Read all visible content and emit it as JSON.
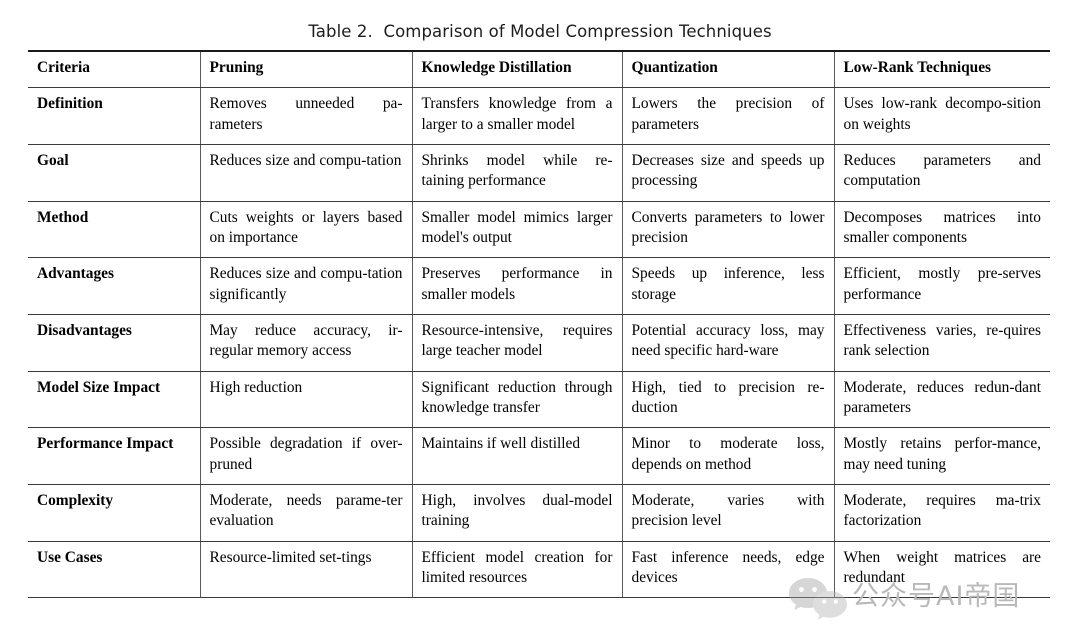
{
  "caption": "Table 2.  Comparison of Model Compression Techniques",
  "table": {
    "columns": [
      "Criteria",
      "Pruning",
      "Knowledge Distillation",
      "Quantization",
      "Low-Rank Techniques"
    ],
    "rows": [
      {
        "criteria": "Definition",
        "pruning": "Removes unneeded pa-rameters",
        "distillation": "Transfers knowledge from a larger to a smaller model",
        "quantization": "Lowers the precision of parameters",
        "lowrank": "Uses low-rank decompo-sition on weights"
      },
      {
        "criteria": "Goal",
        "pruning": "Reduces size and compu-tation",
        "distillation": "Shrinks model while re-taining performance",
        "quantization": "Decreases size and speeds up processing",
        "lowrank": "Reduces parameters and computation"
      },
      {
        "criteria": "Method",
        "pruning": "Cuts weights or layers based on importance",
        "distillation": "Smaller model mimics larger model's output",
        "quantization": "Converts parameters to lower precision",
        "lowrank": "Decomposes matrices into smaller components"
      },
      {
        "criteria": "Advantages",
        "pruning": "Reduces size and compu-tation significantly",
        "distillation": "Preserves performance in smaller models",
        "quantization": "Speeds up inference, less storage",
        "lowrank": "Efficient, mostly pre-serves performance"
      },
      {
        "criteria": "Disadvantages",
        "pruning": "May reduce accuracy, ir-regular memory access",
        "distillation": "Resource-intensive, requires large teacher model",
        "quantization": "Potential accuracy loss, may need specific hard-ware",
        "lowrank": "Effectiveness varies, re-quires rank selection"
      },
      {
        "criteria": "Model Size Impact",
        "pruning": "High reduction",
        "distillation": "Significant reduction through knowledge transfer",
        "quantization": "High, tied to precision re-duction",
        "lowrank": "Moderate, reduces redun-dant parameters"
      },
      {
        "criteria": "Performance Impact",
        "pruning": "Possible degradation if over-pruned",
        "distillation": "Maintains if well distilled",
        "quantization": "Minor to moderate loss, depends on method",
        "lowrank": "Mostly retains perfor-mance, may need tuning"
      },
      {
        "criteria": "Complexity",
        "pruning": "Moderate, needs parame-ter evaluation",
        "distillation": "High, involves dual-model training",
        "quantization": "Moderate, varies with precision level",
        "lowrank": "Moderate, requires ma-trix factorization"
      },
      {
        "criteria": "Use Cases",
        "pruning": "Resource-limited set-tings",
        "distillation": "Efficient model creation for limited resources",
        "quantization": "Fast inference needs, edge devices",
        "lowrank": "When weight matrices are redundant"
      }
    ]
  },
  "watermark": {
    "text": "公众号AI帝国",
    "logo": "wechat-logo",
    "color": "#b9b9b9"
  }
}
